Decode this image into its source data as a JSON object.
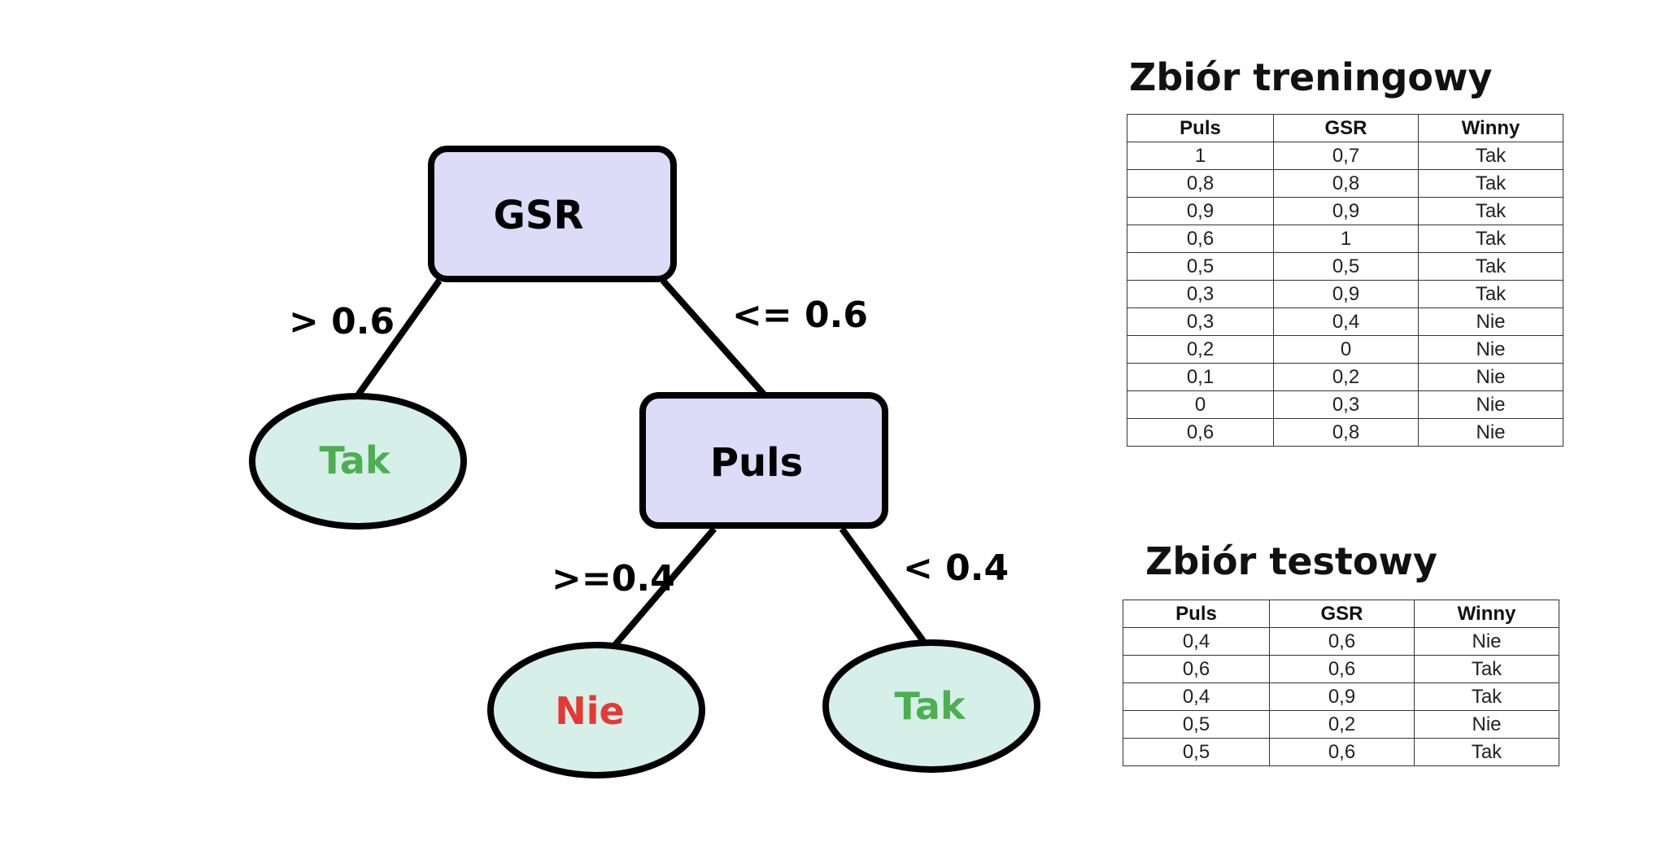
{
  "tree": {
    "root": {
      "label": "GSR"
    },
    "edge_left": {
      "label": "> 0.6"
    },
    "edge_right": {
      "label": "<= 0.6"
    },
    "leaf_left": {
      "label": "Tak",
      "color": "#4caf50"
    },
    "inner": {
      "label": "Puls"
    },
    "edge_inner_left": {
      "label": ">=0.4"
    },
    "edge_inner_right": {
      "label": "< 0.4"
    },
    "leaf_inner_left": {
      "label": "Nie",
      "color": "#e53935"
    },
    "leaf_inner_right": {
      "label": "Tak",
      "color": "#4caf50"
    },
    "colors": {
      "decision_fill": "#dcdcf8",
      "leaf_fill": "#d6efe9",
      "stroke": "#000000"
    }
  },
  "training": {
    "title": "Zbiór treningowy",
    "headers": [
      "Puls",
      "GSR",
      "Winny"
    ],
    "rows": [
      [
        "1",
        "0,7",
        "Tak"
      ],
      [
        "0,8",
        "0,8",
        "Tak"
      ],
      [
        "0,9",
        "0,9",
        "Tak"
      ],
      [
        "0,6",
        "1",
        "Tak"
      ],
      [
        "0,5",
        "0,5",
        "Tak"
      ],
      [
        "0,3",
        "0,9",
        "Tak"
      ],
      [
        "0,3",
        "0,4",
        "Nie"
      ],
      [
        "0,2",
        "0",
        "Nie"
      ],
      [
        "0,1",
        "0,2",
        "Nie"
      ],
      [
        "0",
        "0,3",
        "Nie"
      ],
      [
        "0,6",
        "0,8",
        "Nie"
      ]
    ]
  },
  "testing": {
    "title": "Zbiór testowy",
    "headers": [
      "Puls",
      "GSR",
      "Winny"
    ],
    "rows": [
      [
        "0,4",
        "0,6",
        "Nie"
      ],
      [
        "0,6",
        "0,6",
        "Tak"
      ],
      [
        "0,4",
        "0,9",
        "Tak"
      ],
      [
        "0,5",
        "0,2",
        "Nie"
      ],
      [
        "0,5",
        "0,6",
        "Tak"
      ]
    ]
  }
}
